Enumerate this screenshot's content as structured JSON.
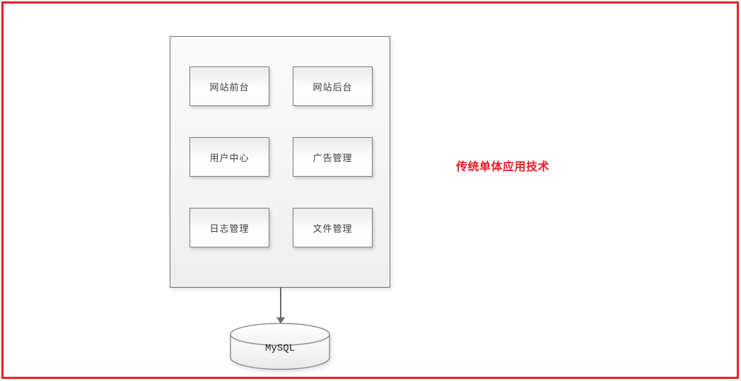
{
  "frame": {
    "color": "#ed1c24"
  },
  "annotation": {
    "label": "传统单体应用技术",
    "color": "#ed1c24"
  },
  "monolith": {
    "modules": [
      {
        "label": "网站前台"
      },
      {
        "label": "网站后台"
      },
      {
        "label": "用户中心"
      },
      {
        "label": "广告管理"
      },
      {
        "label": "日志管理"
      },
      {
        "label": "文件管理"
      }
    ]
  },
  "database": {
    "label": "MySQL"
  },
  "colors": {
    "shape_border": "#7d7d7d",
    "connector": "#6b6b6b",
    "module_text": "#3b3b3b"
  }
}
